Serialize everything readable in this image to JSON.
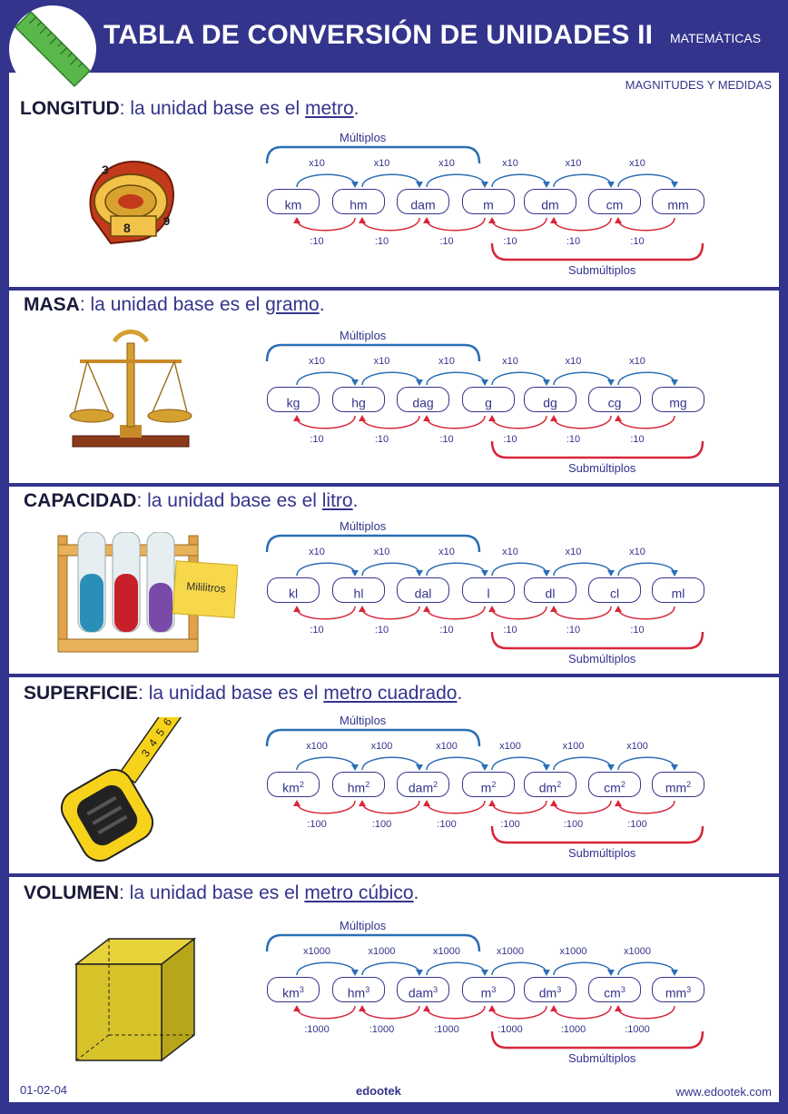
{
  "header": {
    "title": "TABLA DE CONVERSIÓN DE UNIDADES II",
    "subject": "MATEMÁTICAS",
    "subtitle": "MAGNITUDES Y MEDIDAS"
  },
  "labels": {
    "multiples": "Múltiplos",
    "submultiples": "Submúltiplos"
  },
  "sections": [
    {
      "name": "LONGITUD",
      "text": ": la unidad base es el ",
      "unit": "metro",
      "end": ".",
      "units": [
        {
          "b": "km",
          "s": ""
        },
        {
          "b": "hm",
          "s": ""
        },
        {
          "b": "dam",
          "s": ""
        },
        {
          "b": "m",
          "s": ""
        },
        {
          "b": "dm",
          "s": ""
        },
        {
          "b": "cm",
          "s": ""
        },
        {
          "b": "mm",
          "s": ""
        }
      ],
      "mul": "x10",
      "div": ":10"
    },
    {
      "name": "MASA",
      "text": ": la unidad base es el ",
      "unit": "gramo",
      "end": ".",
      "units": [
        {
          "b": "kg",
          "s": ""
        },
        {
          "b": "hg",
          "s": ""
        },
        {
          "b": "dag",
          "s": ""
        },
        {
          "b": "g",
          "s": ""
        },
        {
          "b": "dg",
          "s": ""
        },
        {
          "b": "cg",
          "s": ""
        },
        {
          "b": "mg",
          "s": ""
        }
      ],
      "mul": "x10",
      "div": ":10"
    },
    {
      "name": "CAPACIDAD",
      "text": ": la unidad base es el ",
      "unit": "litro",
      "end": ".",
      "units": [
        {
          "b": "kl",
          "s": ""
        },
        {
          "b": "hl",
          "s": ""
        },
        {
          "b": "dal",
          "s": ""
        },
        {
          "b": "l",
          "s": ""
        },
        {
          "b": "dl",
          "s": ""
        },
        {
          "b": "cl",
          "s": ""
        },
        {
          "b": "ml",
          "s": ""
        }
      ],
      "mul": "x10",
      "div": ":10",
      "note": "Mililitros"
    },
    {
      "name": "SUPERFICIE",
      "text": ": la unidad base es el ",
      "unit": "metro cuadrado",
      "end": ".",
      "units": [
        {
          "b": "km",
          "s": "2"
        },
        {
          "b": "hm",
          "s": "2"
        },
        {
          "b": "dam",
          "s": "2"
        },
        {
          "b": "m",
          "s": "2"
        },
        {
          "b": "dm",
          "s": "2"
        },
        {
          "b": "cm",
          "s": "2"
        },
        {
          "b": "mm",
          "s": "2"
        }
      ],
      "mul": "x100",
      "div": ":100"
    },
    {
      "name": "VOLUMEN",
      "text": ": la unidad base es el ",
      "unit": "metro cúbico",
      "end": ".",
      "units": [
        {
          "b": "km",
          "s": "3"
        },
        {
          "b": "hm",
          "s": "3"
        },
        {
          "b": "dam",
          "s": "3"
        },
        {
          "b": "m",
          "s": "3"
        },
        {
          "b": "dm",
          "s": "3"
        },
        {
          "b": "cm",
          "s": "3"
        },
        {
          "b": "mm",
          "s": "3"
        }
      ],
      "mul": "x1000",
      "div": ":1000"
    }
  ],
  "ruler_digits": [
    "3",
    "4",
    "5",
    "6"
  ],
  "tape_digits": [
    "3",
    "8",
    "9"
  ],
  "footer": {
    "code": "01-02-04",
    "brand": "edootek",
    "url": "www.edootek.com"
  },
  "colors": {
    "primary": "#33348c",
    "red": "#d8263a",
    "blue": "#2a6fb5"
  }
}
